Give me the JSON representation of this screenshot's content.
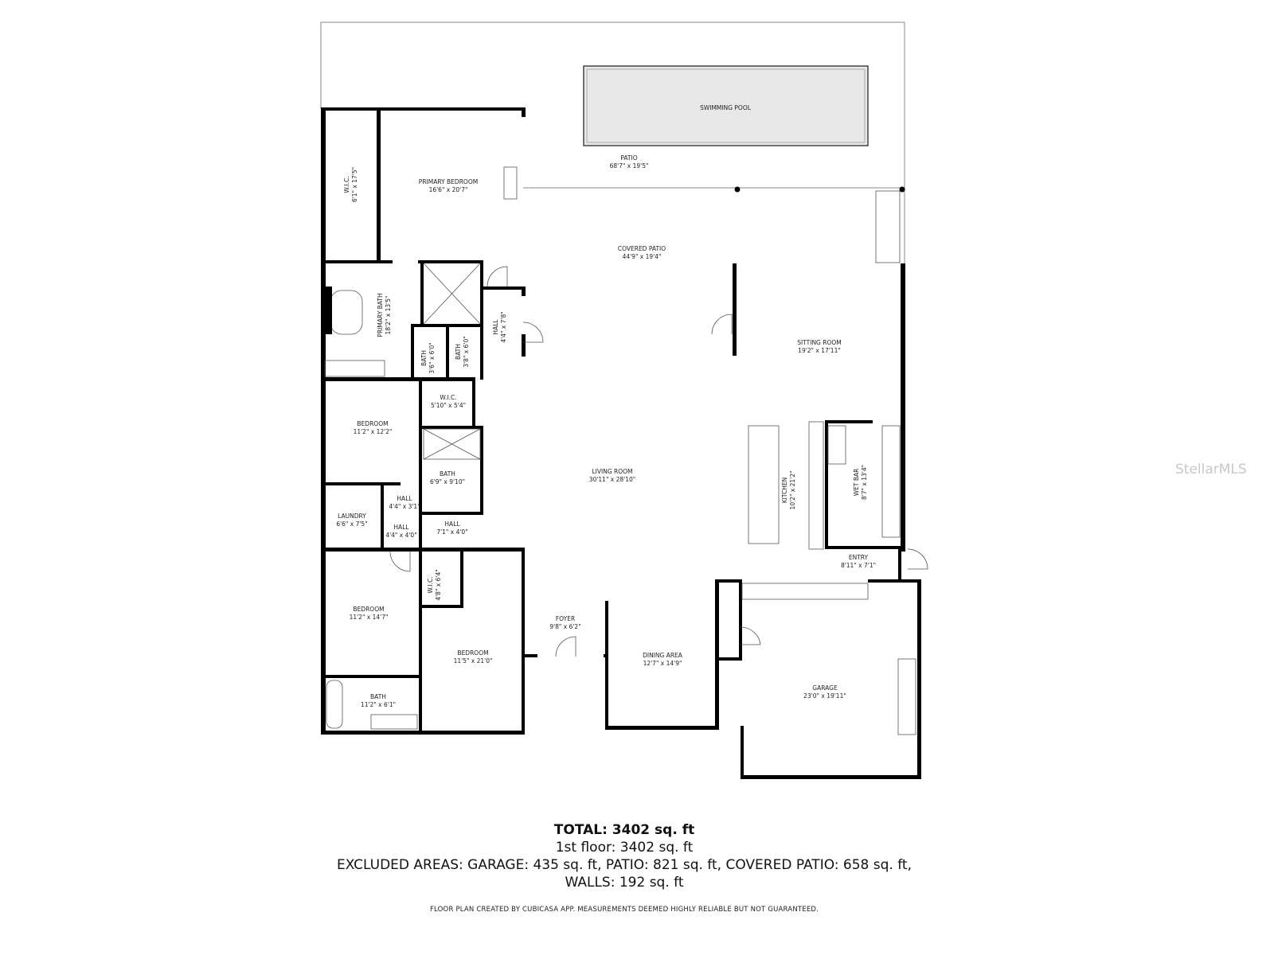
{
  "rooms": {
    "pool": {
      "name": "SWIMMING POOL"
    },
    "patio": {
      "name": "PATIO",
      "dims": "68'7\" x 19'5\""
    },
    "covered_patio": {
      "name": "COVERED PATIO",
      "dims": "44'9\" x 19'4\""
    },
    "primary_bedroom": {
      "name": "PRIMARY BEDROOM",
      "dims": "16'6\" x 20'7\""
    },
    "wic_primary": {
      "name": "W.I.C.",
      "dims": "6'1\" x 17'5\""
    },
    "primary_bath": {
      "name": "PRIMARY BATH",
      "dims": "18'2\" x 13'5\""
    },
    "bath_a": {
      "name": "BATH",
      "dims": "3'6\" x 6'0\""
    },
    "bath_b": {
      "name": "BATH",
      "dims": "3'8\" x 6'0\""
    },
    "hall_a": {
      "name": "HALL",
      "dims": "4'4\" x 7'8\""
    },
    "sitting_room": {
      "name": "SITTING ROOM",
      "dims": "19'2\" x 17'11\""
    },
    "wic_b": {
      "name": "W.I.C.",
      "dims": "5'10\" x 5'4\""
    },
    "bedroom_a": {
      "name": "BEDROOM",
      "dims": "11'2\" x 12'2\""
    },
    "bath_c": {
      "name": "BATH",
      "dims": "6'9\" x 9'10\""
    },
    "living_room": {
      "name": "LIVING ROOM",
      "dims": "30'11\" x 28'10\""
    },
    "kitchen": {
      "name": "KITCHEN",
      "dims": "10'2\" x 21'2\""
    },
    "wet_bar": {
      "name": "WET BAR",
      "dims": "8'7\" x 13'4\""
    },
    "hall_b": {
      "name": "HALL",
      "dims": "4'4\" x 3'1\""
    },
    "laundry": {
      "name": "LAUNDRY",
      "dims": "6'6\" x 7'5\""
    },
    "hall_c": {
      "name": "HALL",
      "dims": "4'4\" x 4'0\""
    },
    "hall_d": {
      "name": "HALL",
      "dims": "7'1\" x 4'0\""
    },
    "entry": {
      "name": "ENTRY",
      "dims": "8'11\" x 7'1\""
    },
    "wic_c": {
      "name": "W.I.C.",
      "dims": "4'8\" x 6'4\""
    },
    "bedroom_b": {
      "name": "BEDROOM",
      "dims": "11'2\" x 14'7\""
    },
    "foyer": {
      "name": "FOYER",
      "dims": "9'8\" x 6'2\""
    },
    "dining_area": {
      "name": "DINING AREA",
      "dims": "12'7\" x 14'9\""
    },
    "bedroom_c": {
      "name": "BEDROOM",
      "dims": "11'5\" x 21'0\""
    },
    "garage": {
      "name": "GARAGE",
      "dims": "23'0\" x 19'11\""
    },
    "bath_d": {
      "name": "BATH",
      "dims": "11'2\" x 6'1\""
    }
  },
  "summary": {
    "total": "TOTAL: 3402 sq. ft",
    "floor": "1st floor: 3402 sq. ft",
    "excluded": "EXCLUDED AREAS: GARAGE: 435 sq. ft, PATIO: 821 sq. ft, COVERED PATIO: 658 sq. ft,",
    "walls": "WALLS: 192 sq. ft"
  },
  "disclaimer": "FLOOR PLAN CREATED BY CUBICASA APP. MEASUREMENTS DEEMED HIGHLY RELIABLE BUT NOT GUARANTEED.",
  "watermark": "StellarMLS",
  "colors": {
    "walls": "#000000",
    "pool": "#e8e8e8"
  }
}
